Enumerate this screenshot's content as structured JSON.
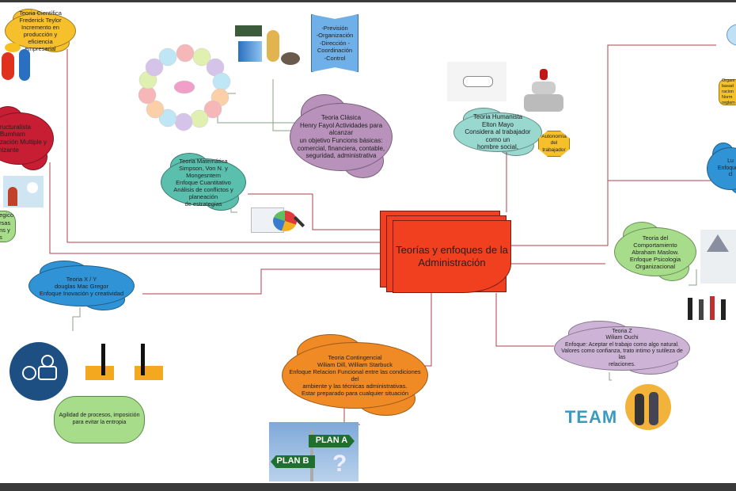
{
  "central": {
    "title": "Teorías y enfoques de la Administración"
  },
  "nodes": {
    "cientifica": "Teoria Científica\nFrederick Teylor\nIncremento en producción y\neficiencia empresarial",
    "estructuralista": "structuralista\ns Bumham\nnización Multiple y\nanizante",
    "estructuralista_note": "egico\nrsas\nns y\ns",
    "clasica": "Teoria Clásica\nHenry Fayol  Actividades para alcanzar\nun objetivo  Funcions básicas:\ncomercial, financiera, contable,\nseguridad, administrativa",
    "clasica_functions": "-Previsión\n-Organización\n-Dirección -\nCoordinación\n-Control",
    "matematica": "Teoria Matemática\nSimpson, Von N. y Mongesntern\nEnfoque Cuantitativo\nAnálisis de conflictos y planeación\nde estrategias",
    "humanista": "Teoria Humanista\nElton Mayo\nConsidera al trabajador como un\nhombre social,",
    "humanista_note": "Autonomía\ndel\ntrabajador",
    "burocratica_note": "Organi\nbasad\nracion\nNorm\nreglam",
    "sistemas": "Lu\nEnfoque A\ncl",
    "comportamiento": "Teoria del Comportamiento\nAbraham Maslow.\nEnfoque Psicologia\nOrganizacional",
    "teoria_z": "Teoria Z\nWiliam Ouchi\nEnfoque: Aceptar el trabajo como algo natural.\nValores como confianza, trato intimo y sutileza de las\nrelaciones.",
    "contingencial": "Teoria Contingencial\nWiliam Dill, William Starbuck\nEnfoque Relacion Funcional entre las condiciones del\nambiente y las técnicas administrativas.\nEstar preparado para cualquier situación",
    "xy": "Teoria X / Y\ndouglas Mac Gregor\nEnfoque Inovación y creatividad",
    "xy_note": "Agilidad de procesos,  imposición\npara evitar la entropia"
  },
  "images": {
    "plan_a": "PLAN A",
    "plan_b": "PLAN B",
    "team": "TEAM"
  },
  "colors": {
    "central": "#f0401f",
    "line": "#b0404a",
    "yellow": "#f6bf2c",
    "red": "#c81e33",
    "purple": "#b892bb",
    "teal": "#5bbfae",
    "lightteal": "#98d8cf",
    "blue": "#2f93d6",
    "green": "#a7dc8a",
    "orange": "#f08a25",
    "lilac": "#cdb4d6"
  }
}
